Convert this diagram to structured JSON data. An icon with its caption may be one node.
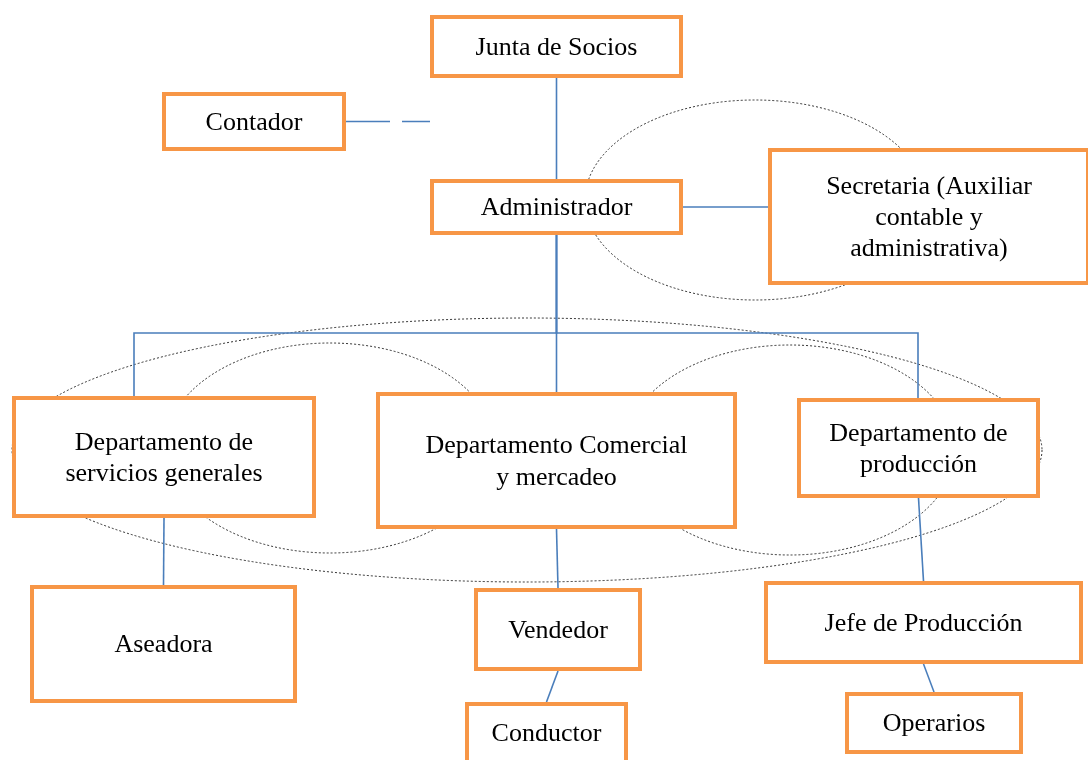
{
  "diagram": {
    "nodes": [
      {
        "text": [
          "Junta de Socios"
        ]
      },
      {
        "text": [
          "Contador"
        ]
      },
      {
        "text": [
          "Administrador"
        ]
      },
      {
        "text": [
          "Secretaria (Auxiliar contable y administrativa)"
        ]
      },
      {
        "text": [
          "Departamento de servicios generales"
        ]
      },
      {
        "text": [
          "Departamento Comercial y mercadeo"
        ]
      },
      {
        "text": [
          "Departamento de producción"
        ]
      },
      {
        "text": [
          "Aseadora"
        ]
      },
      {
        "text": [
          "Vendedor"
        ]
      },
      {
        "text": [
          "Conductor"
        ]
      },
      {
        "text": [
          "Jefe de Producción"
        ]
      },
      {
        "text": [
          "Operarios"
        ]
      }
    ],
    "edges": [
      {
        "from": 0,
        "to": 2,
        "arrow": "none"
      },
      {
        "from": 1,
        "to": 0,
        "arrow": "none",
        "style": "dashed"
      },
      {
        "from": 2,
        "to": 3,
        "arrow": "none"
      },
      {
        "from": 2,
        "to": 4,
        "arrow": "none"
      },
      {
        "from": 2,
        "to": 5,
        "arrow": "none"
      },
      {
        "from": 2,
        "to": 6,
        "arrow": "none"
      },
      {
        "from": 4,
        "to": 7,
        "arrow": "none"
      },
      {
        "from": 5,
        "to": 8,
        "arrow": "none"
      },
      {
        "from": 8,
        "to": 9,
        "arrow": "none"
      },
      {
        "from": 6,
        "to": 10,
        "arrow": "none"
      },
      {
        "from": 10,
        "to": 11,
        "arrow": "none"
      }
    ]
  }
}
